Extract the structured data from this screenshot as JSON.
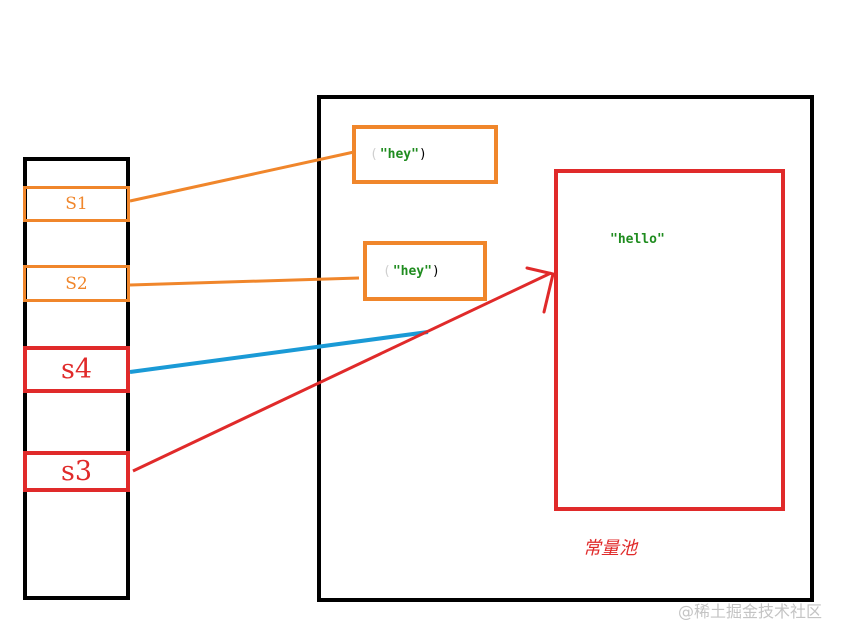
{
  "stack": {
    "vars": [
      "S1",
      "S2",
      "s4",
      "s3"
    ]
  },
  "heap": {
    "strings": [
      {
        "prefix": "(",
        "value": "\"hey\"",
        "suffix": ")"
      },
      {
        "prefix": "(",
        "value": "\"hey\"",
        "suffix": ")"
      }
    ]
  },
  "pool": {
    "label": "常量池",
    "value": "\"hello\""
  },
  "colors": {
    "orange": "#f0862b",
    "red": "#e02a2a",
    "blue": "#1a9ad6",
    "green": "#1f8c1f"
  },
  "watermark": "@稀土掘金技术社区"
}
